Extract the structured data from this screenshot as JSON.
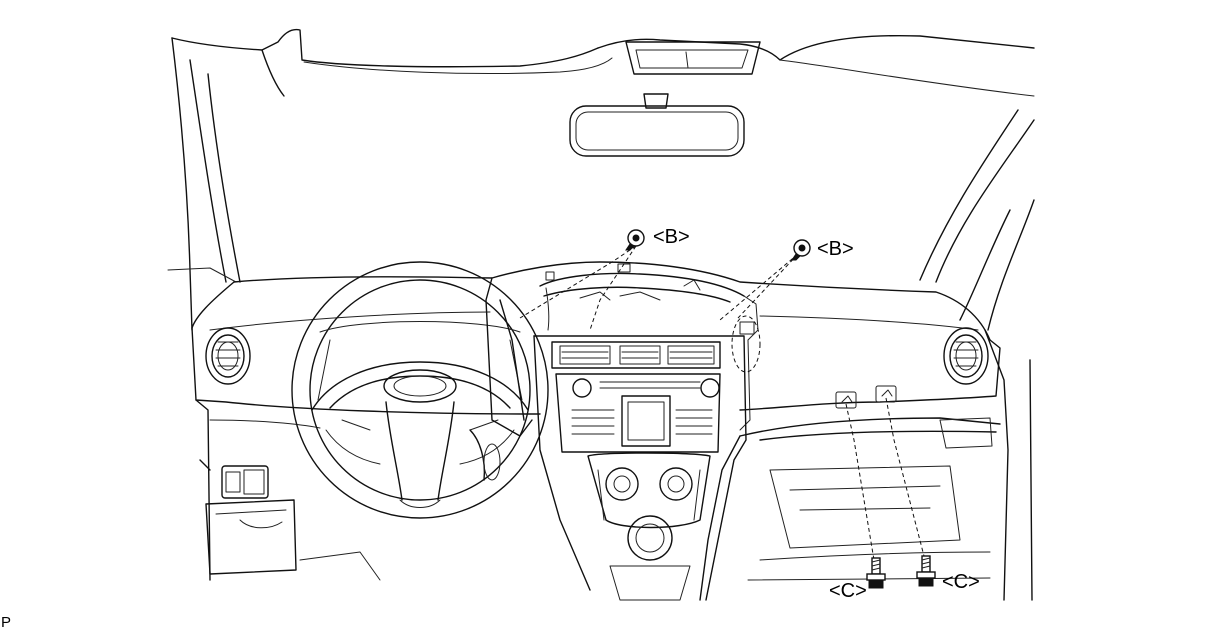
{
  "callouts": {
    "b_left": "<B>",
    "b_right": "<B>",
    "c_left": "<C>",
    "c_right": "<C>"
  },
  "corner_code": "P",
  "icons": {
    "clip": "clip-icon",
    "bolt": "bolt-icon"
  }
}
